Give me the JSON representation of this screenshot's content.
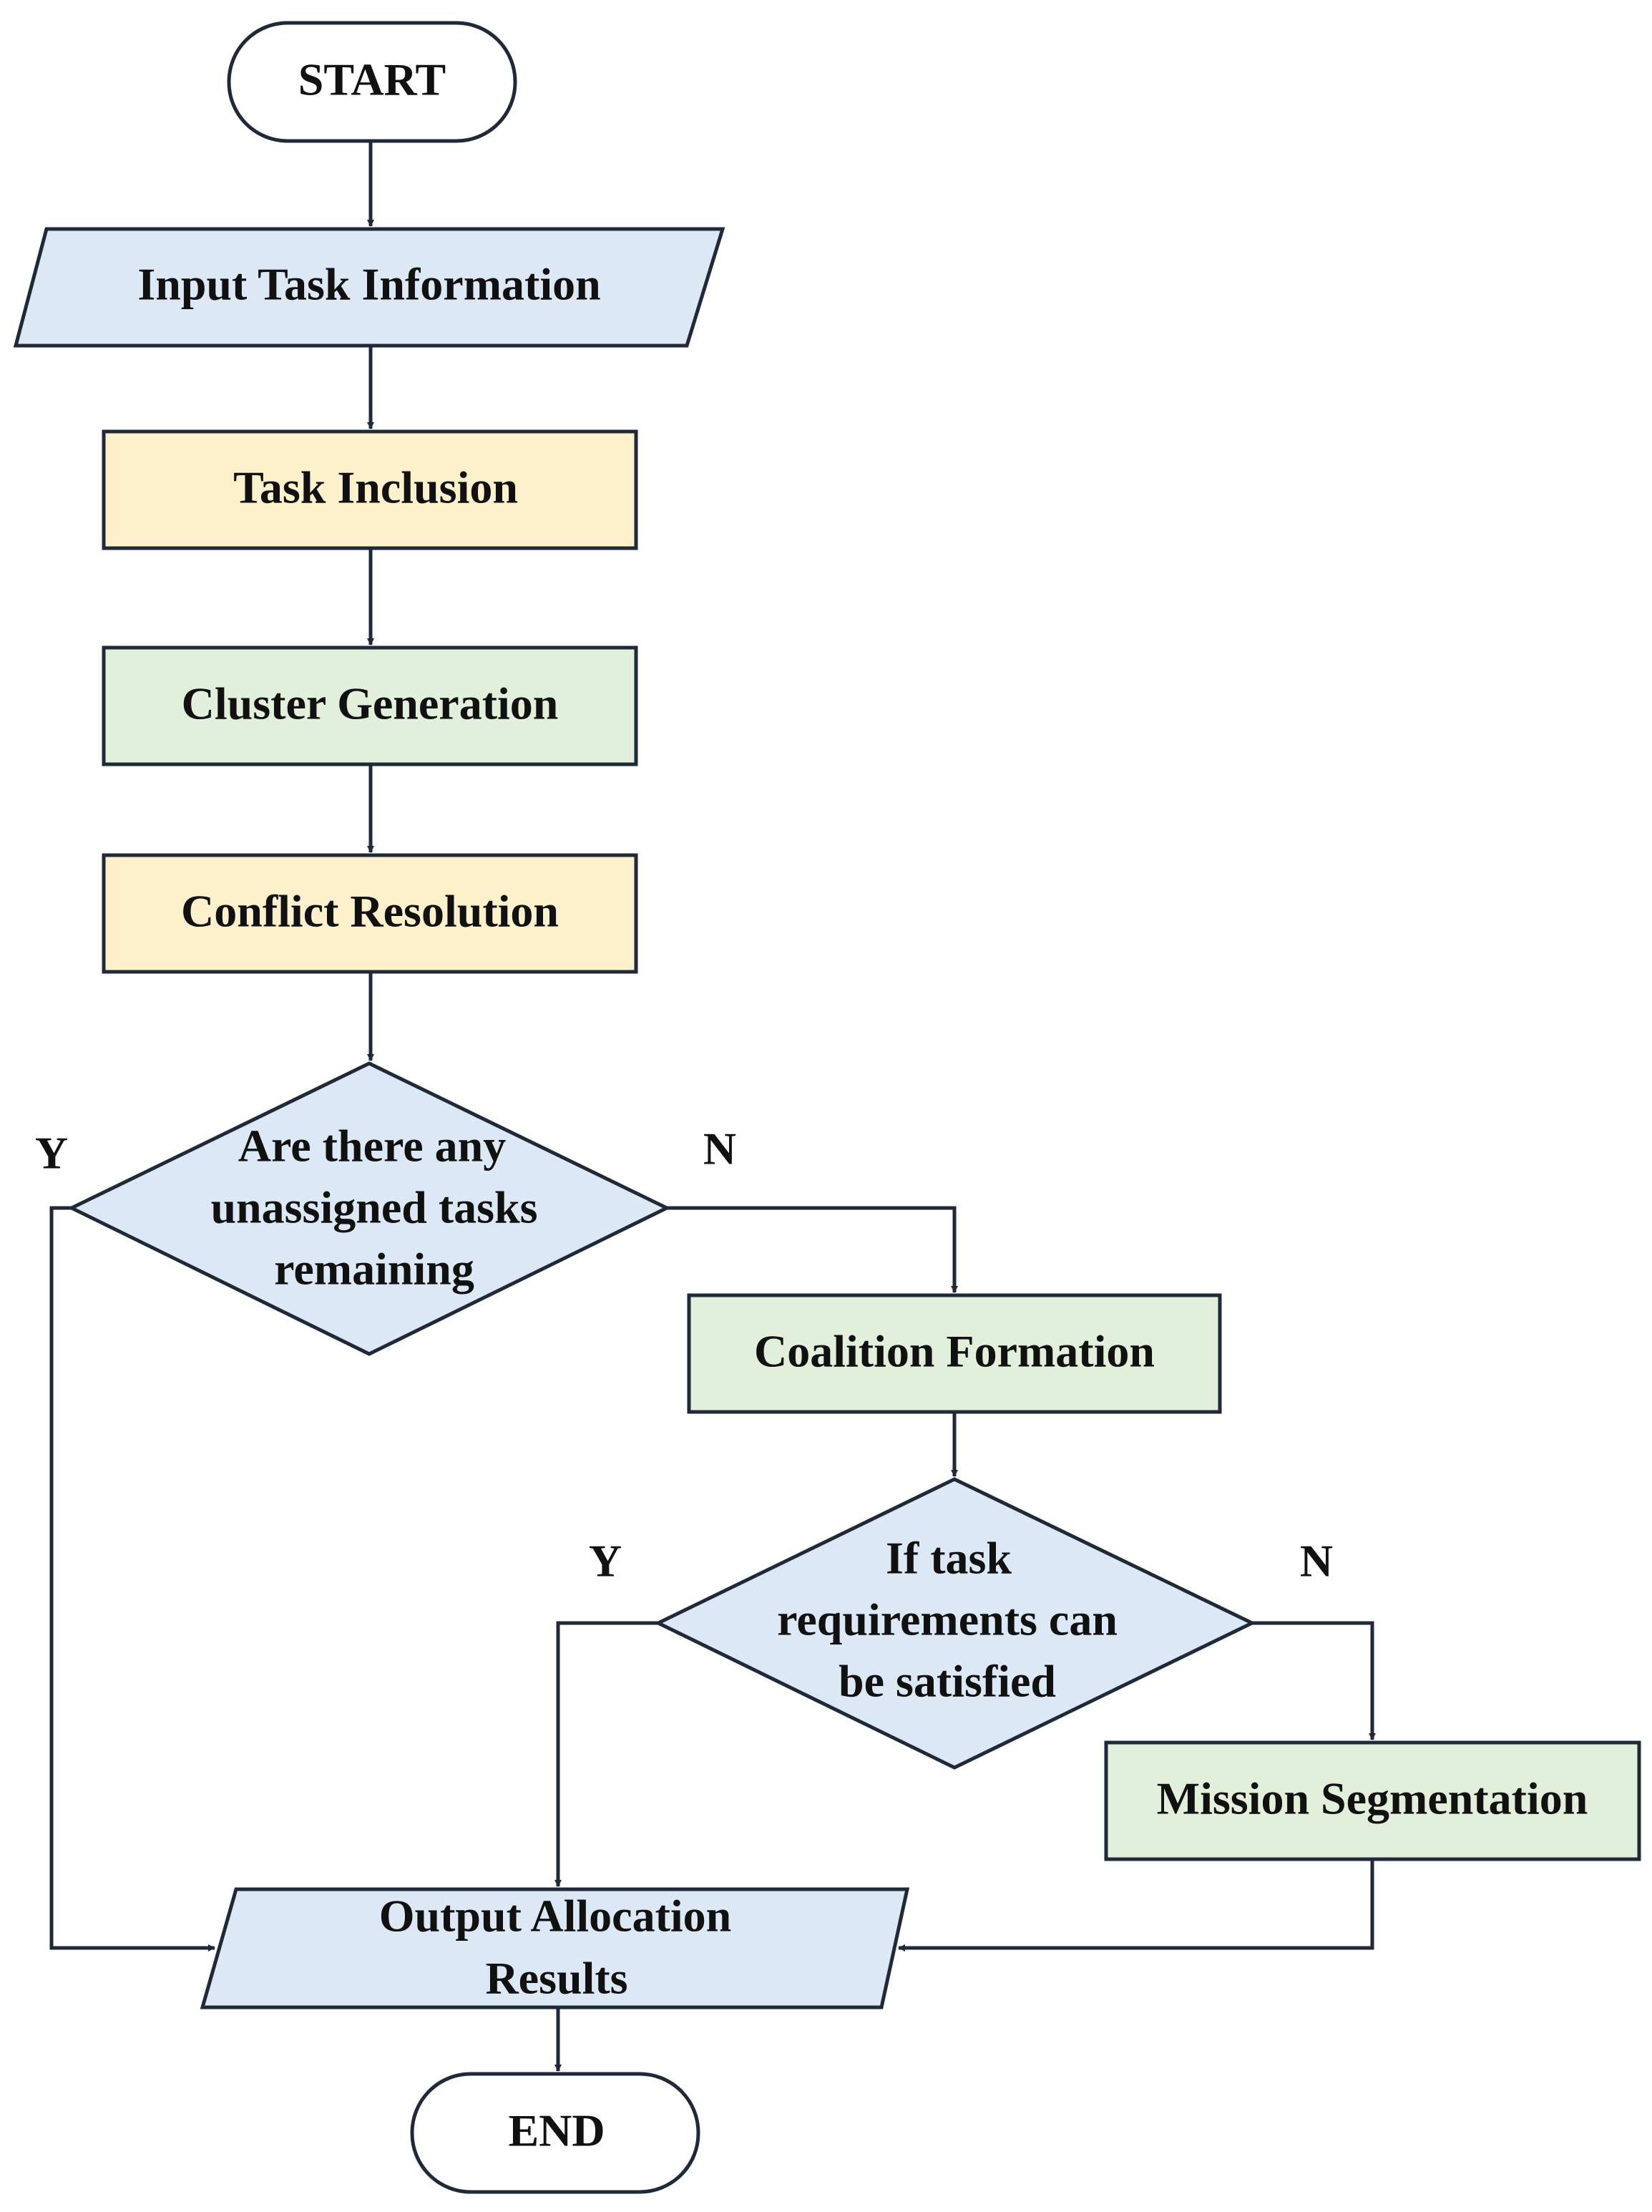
{
  "flowchart": {
    "start": "START",
    "input": "Input Task Information",
    "task_inclusion": "Task Inclusion",
    "cluster_generation": "Cluster Generation",
    "conflict_resolution": "Conflict Resolution",
    "decision1": [
      "Are there any",
      "unassigned tasks",
      "remaining"
    ],
    "decision1_yes": "Y",
    "decision1_no": "N",
    "coalition_formation": "Coalition Formation",
    "decision2": [
      "If task",
      "requirements can",
      "be satisfied"
    ],
    "decision2_yes": "Y",
    "decision2_no": "N",
    "mission_segmentation": "Mission Segmentation",
    "output": [
      "Output Allocation",
      "Results"
    ],
    "end": "END"
  },
  "colors": {
    "stroke": "#1f2937",
    "blue_fill": "#dce8f5",
    "yellow_fill": "#fdf0cc",
    "green_fill": "#e2efda",
    "terminal_fill": "#ffffff"
  }
}
